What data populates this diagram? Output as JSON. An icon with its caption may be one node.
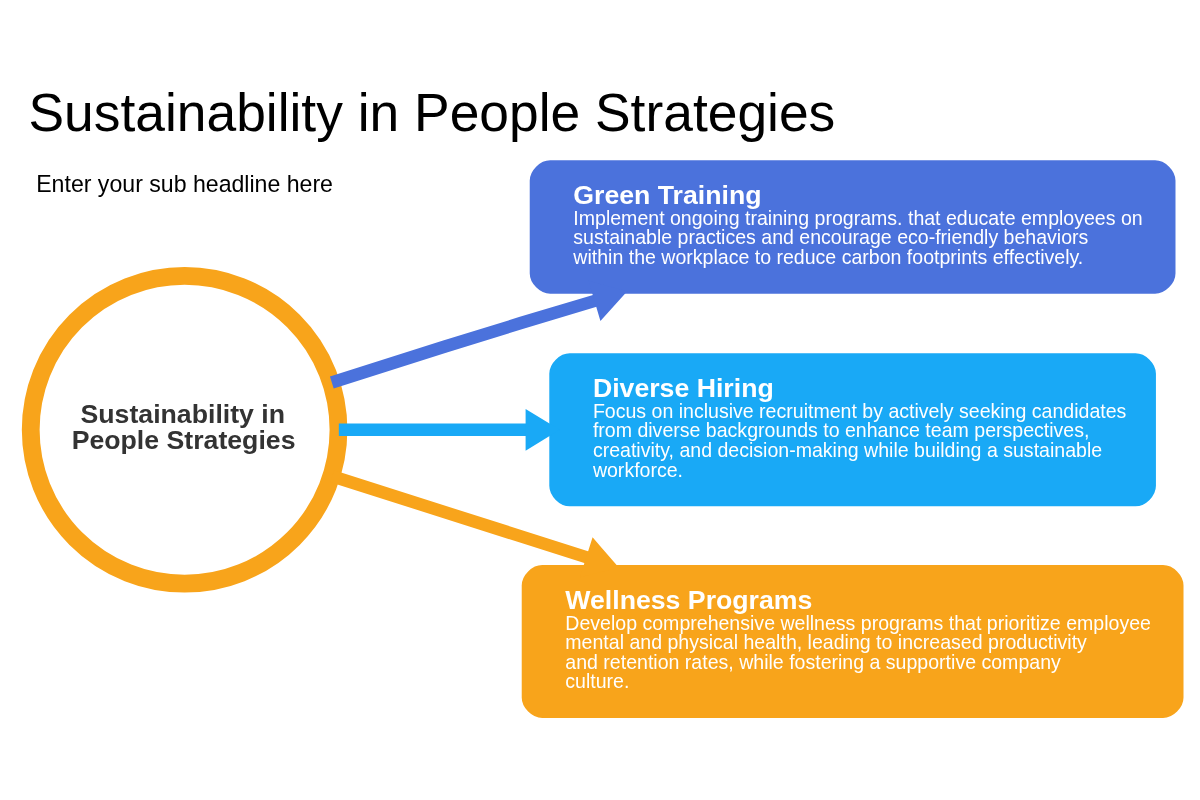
{
  "diagram": {
    "title": "Sustainability in People Strategies",
    "nodes": [
      {
        "text": [
          "Sustainability in People Strategies"
        ]
      },
      {
        "text": [
          "Green Training",
          "Implement ongoing training programs. that educate employees on sustainable practices and encourage eco-friendly behaviors within the workplace to reduce carbon footprints effectively."
        ]
      },
      {
        "text": [
          "Diverse Hiring",
          "Focus on inclusive recruitment by actively seeking candidates from diverse backgrounds to enhance team perspectives, creativity, and decision-making while building a sustainable workforce."
        ]
      },
      {
        "text": [
          "Wellness Programs",
          "Develop comprehensive wellness programs that prioritize employee mental and physical health, leading to increased productivity and retention rates, while fostering a supportive company culture."
        ]
      }
    ],
    "edges": [
      {
        "from": 0,
        "to": 1,
        "arrow": "to",
        "color": "#4b72dc"
      },
      {
        "from": 0,
        "to": 2,
        "arrow": "to",
        "color": "#19a9f6"
      },
      {
        "from": 0,
        "to": 3,
        "arrow": "to",
        "color": "#f8a41b"
      }
    ],
    "labels": [
      "Enter your sub headline here"
    ]
  }
}
